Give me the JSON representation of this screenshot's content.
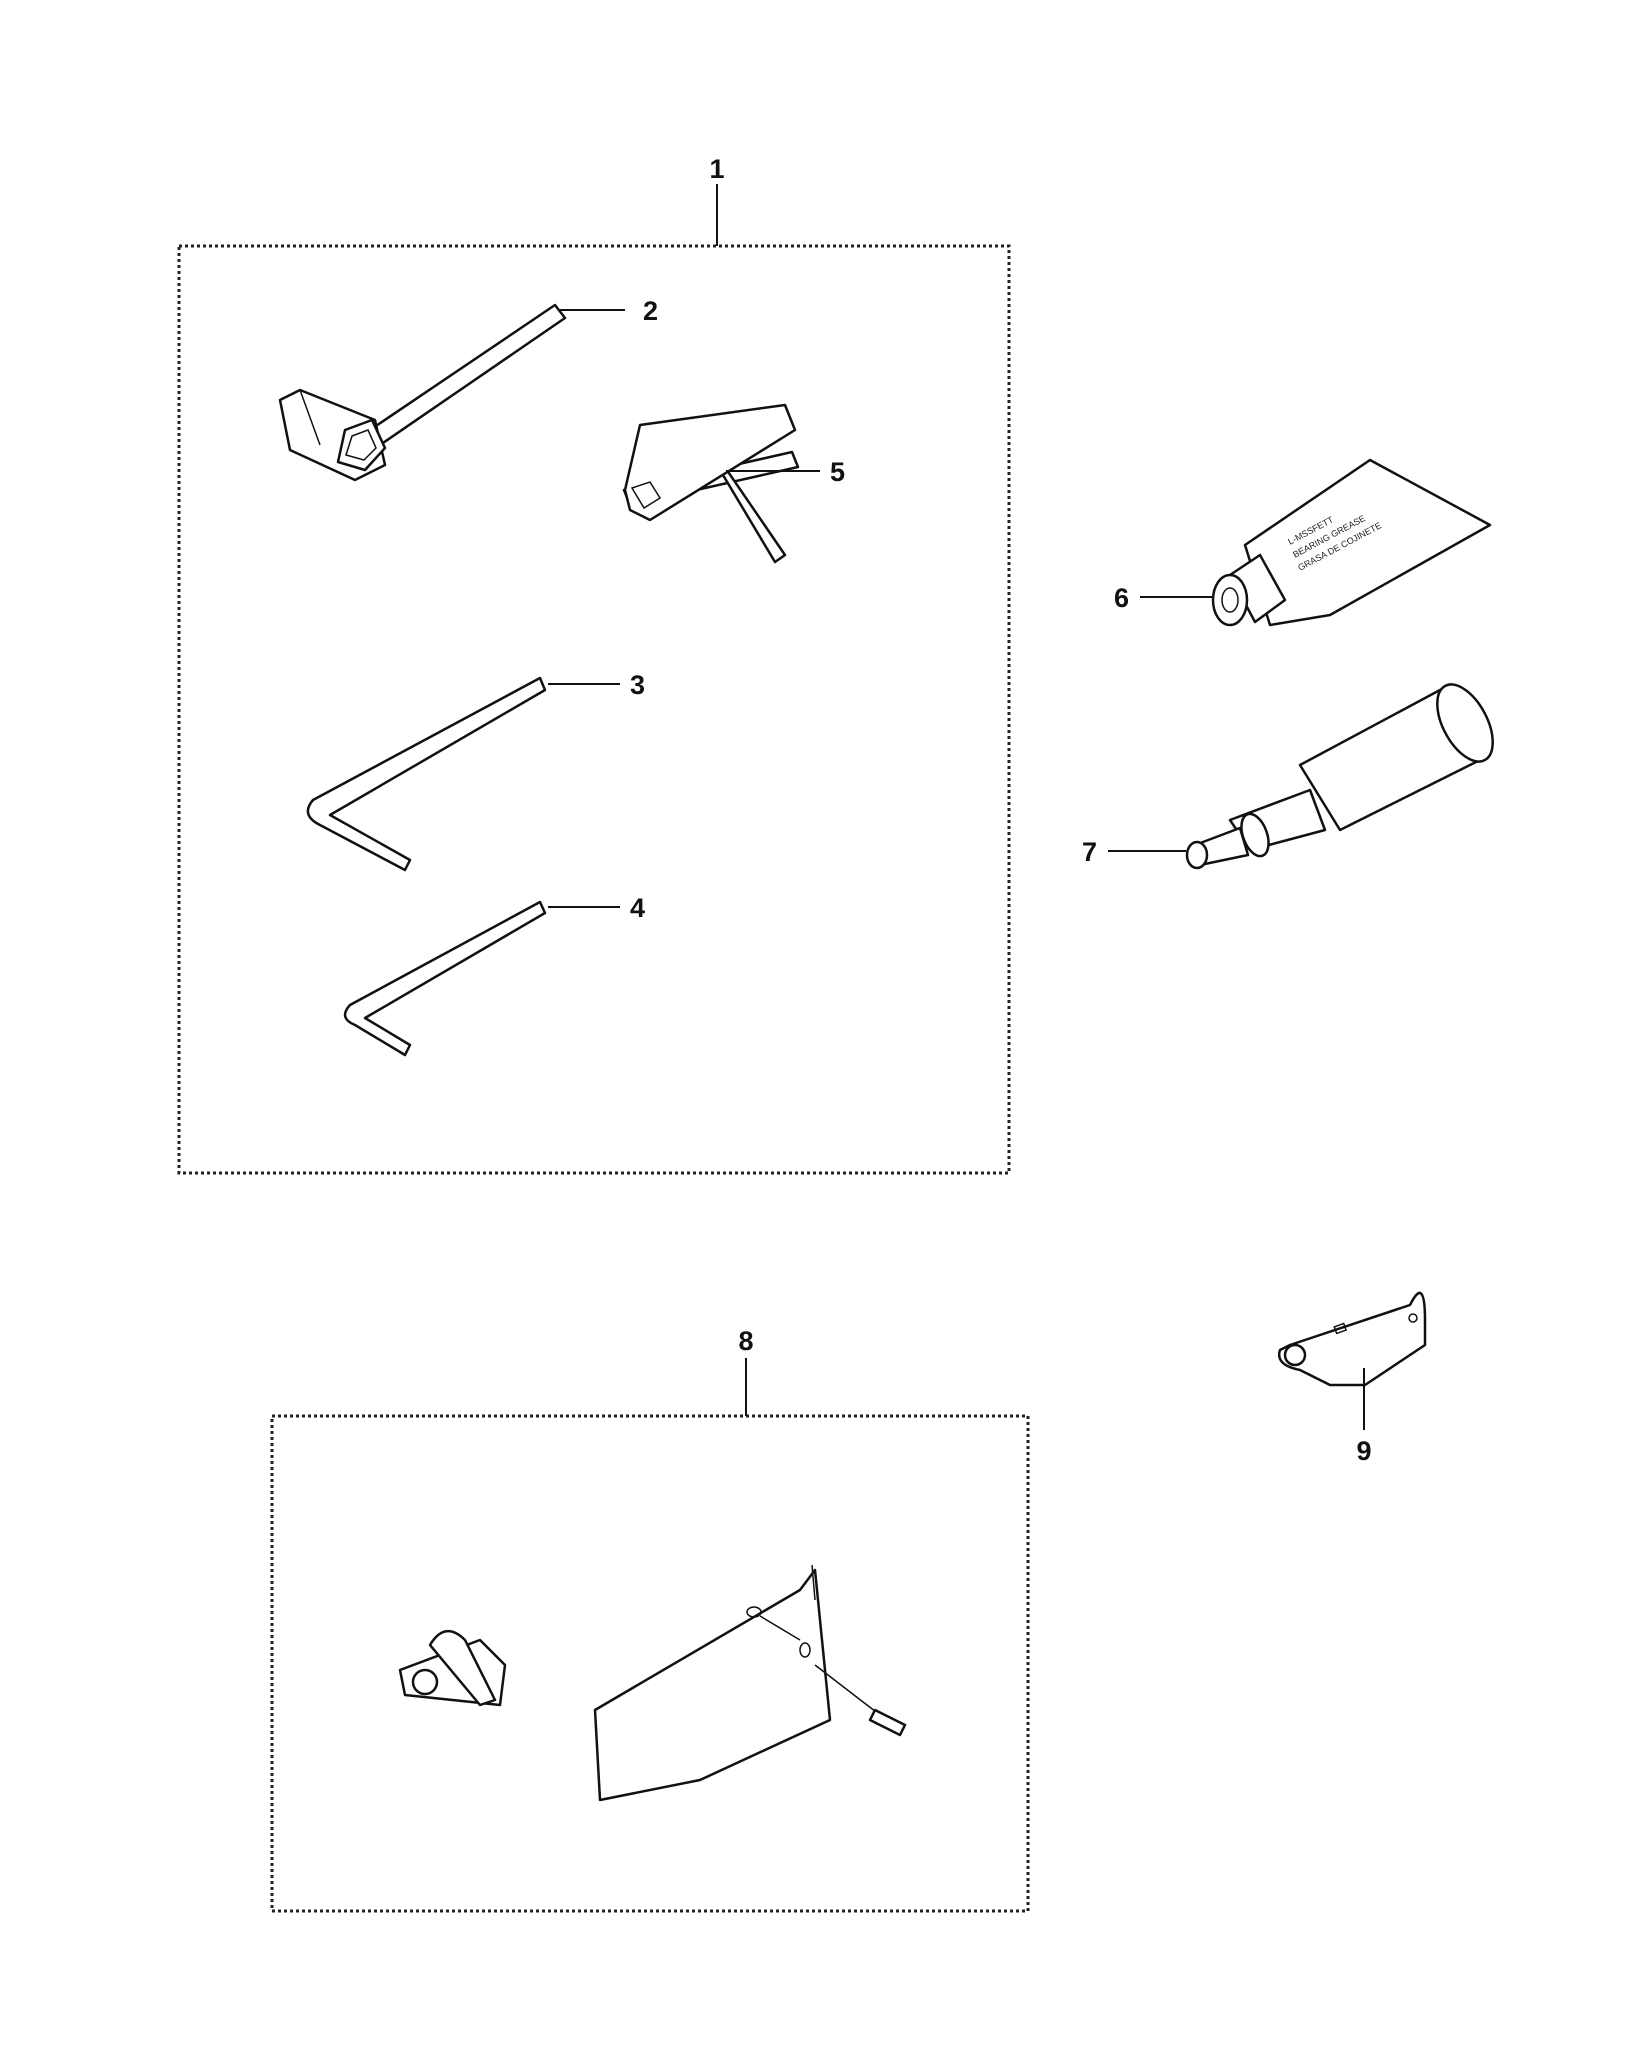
{
  "diagram": {
    "callouts": [
      {
        "id": "1",
        "text": "1"
      },
      {
        "id": "2",
        "text": "2"
      },
      {
        "id": "3",
        "text": "3"
      },
      {
        "id": "4",
        "text": "4"
      },
      {
        "id": "5",
        "text": "5"
      },
      {
        "id": "6",
        "text": "6"
      },
      {
        "id": "7",
        "text": "7"
      },
      {
        "id": "8",
        "text": "8"
      },
      {
        "id": "9",
        "text": "9"
      }
    ],
    "tube_label_lines": [
      "L-MSSFETT",
      "BEARING GREASE",
      "GRASA DE COJINETE"
    ]
  }
}
